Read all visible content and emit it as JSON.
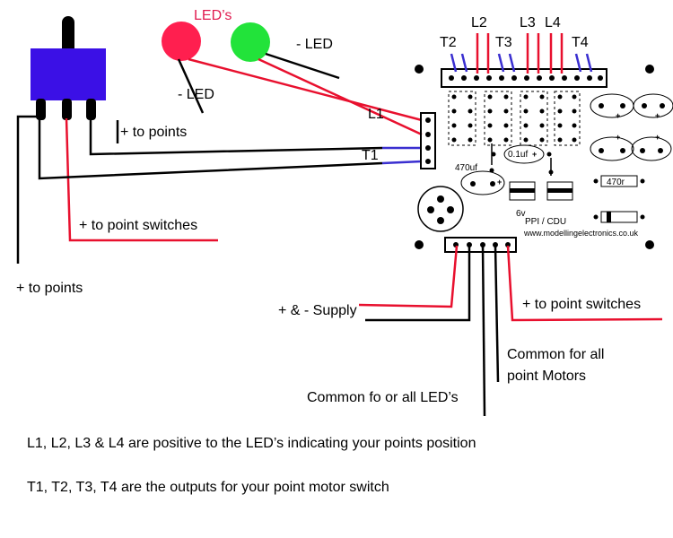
{
  "colors": {
    "red": "#e8102e",
    "black": "#000000",
    "blue": "#3a2fd0",
    "switch_body": "#3b10e6",
    "led_red": "#ff1f4f",
    "led_green": "#22e33a",
    "led_title": "#e01a4f"
  },
  "labels": {
    "leds_title": "LED’s",
    "led_left": "- LED",
    "led_right": "- LED",
    "plus_to_points_top": "+ to points",
    "plus_to_point_switches_left": "+ to point switches",
    "plus_to_points_bottom": "+ to points",
    "l1": "L1",
    "t1": "T1",
    "l2": "L2",
    "l3": "L3",
    "l4": "L4",
    "t2": "T2",
    "t3": "T3",
    "t4": "T4",
    "supply": "+ & - Supply",
    "plus_to_point_switches_right": "+ to point switches",
    "common_motors_1": "Common for all",
    "common_motors_2": "point Motors",
    "common_leds": "Common fo or all LED’s"
  },
  "board": {
    "cap_470uf": "470uf",
    "cap_01uf": "0.1uf",
    "resistor": "470r",
    "voltage": "6v",
    "name": "PPI / CDU",
    "website": "www.modellingelectronics.co.uk",
    "plus": "+"
  },
  "notes": {
    "line1": "L1, L2, L3 & L4 are positive to the LED’s  indicating your points position",
    "line2": "T1, T2, T3, T4 are the outputs for your point motor switch"
  }
}
